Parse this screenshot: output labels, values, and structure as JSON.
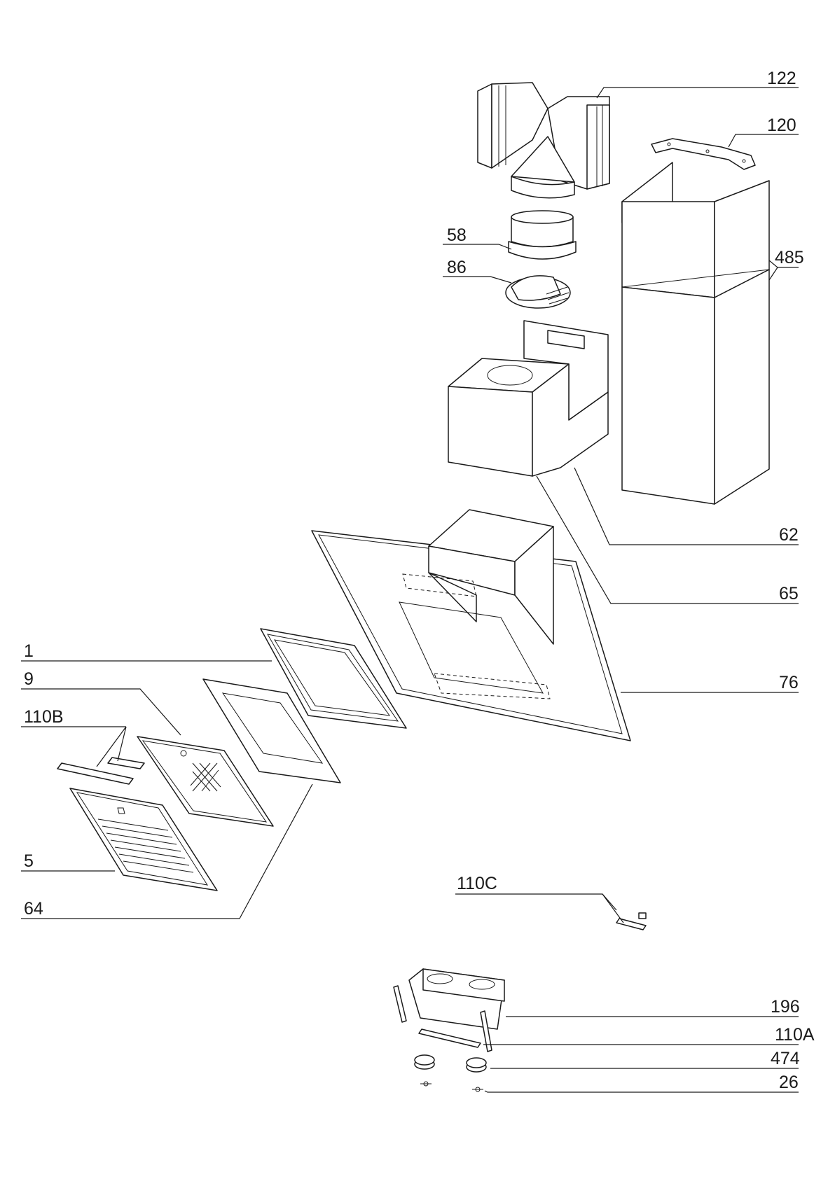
{
  "labels": {
    "p122": "122",
    "p120": "120",
    "p58": "58",
    "p86": "86",
    "p485": "485",
    "p62": "62",
    "p65": "65",
    "p1": "1",
    "p9": "9",
    "p110B": "110B",
    "p76": "76",
    "p5": "5",
    "p64": "64",
    "p110C": "110C",
    "p196": "196",
    "p110A": "110A",
    "p474": "474",
    "p26": "26"
  }
}
